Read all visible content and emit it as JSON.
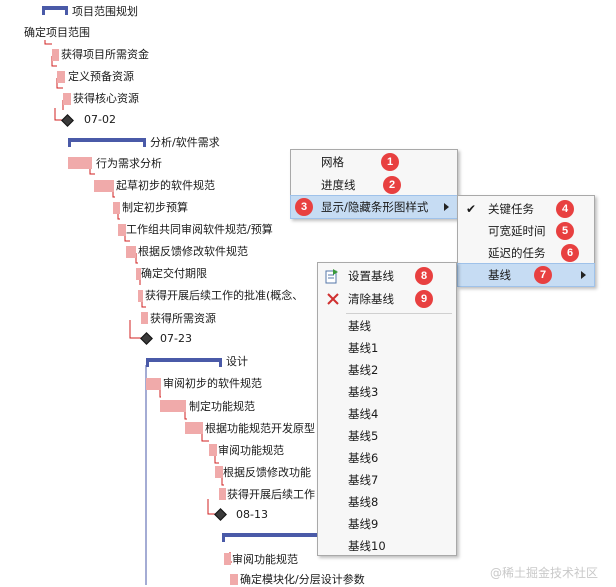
{
  "gantt": {
    "summaries": [
      {
        "label": "项目范围规划"
      },
      {
        "label": "分析/软件需求"
      },
      {
        "label": "设计"
      }
    ],
    "tasks": [
      {
        "label": "确定项目范围"
      },
      {
        "label": "获得项目所需资金"
      },
      {
        "label": "定义预备资源"
      },
      {
        "label": "获得核心资源"
      },
      {
        "label": "行为需求分析"
      },
      {
        "label": "起草初步的软件规范"
      },
      {
        "label": "制定初步预算"
      },
      {
        "label": "工作组共同审阅软件规范/预算"
      },
      {
        "label": "根据反馈修改软件规范"
      },
      {
        "label": "确定交付期限"
      },
      {
        "label": "获得开展后续工作的批准(概念、"
      },
      {
        "label": "获得所需资源"
      },
      {
        "label": "审阅初步的软件规范"
      },
      {
        "label": "制定功能规范"
      },
      {
        "label": "根据功能规范开发原型"
      },
      {
        "label": "审阅功能规范"
      },
      {
        "label": "根据反馈修改功能"
      },
      {
        "label": "获得开展后续工作"
      },
      {
        "label": "审阅功能规范"
      },
      {
        "label": "确定模块化/分层设计参数"
      }
    ],
    "milestones": [
      {
        "label": "07-02"
      },
      {
        "label": "07-23"
      },
      {
        "label": "08-13"
      }
    ]
  },
  "menu1": {
    "items": [
      {
        "label": "网格",
        "badge": "1"
      },
      {
        "label": "进度线",
        "badge": "2"
      },
      {
        "label": "显示/隐藏条形图样式",
        "badge": "3"
      }
    ]
  },
  "menu2": {
    "items": [
      {
        "label": "关键任务",
        "badge": "4",
        "check": "✔"
      },
      {
        "label": "可宽延时间",
        "badge": "5"
      },
      {
        "label": "延迟的任务",
        "badge": "6"
      },
      {
        "label": "基线",
        "badge": "7"
      }
    ]
  },
  "menu3": {
    "set_baseline": {
      "label": "设置基线",
      "badge": "8"
    },
    "clear_baseline": {
      "label": "清除基线",
      "badge": "9"
    },
    "baselines": [
      "基线",
      "基线1",
      "基线2",
      "基线3",
      "基线4",
      "基线5",
      "基线6",
      "基线7",
      "基线8",
      "基线9",
      "基线10"
    ]
  },
  "watermark": "@稀土掘金技术社区",
  "colors": {
    "task_bar": "#f0aaaa",
    "summary_bar": "#4a5aa8",
    "link_arrow": "#d02020",
    "badge": "#e84040",
    "menu_highlight": "#c6dcf3"
  }
}
